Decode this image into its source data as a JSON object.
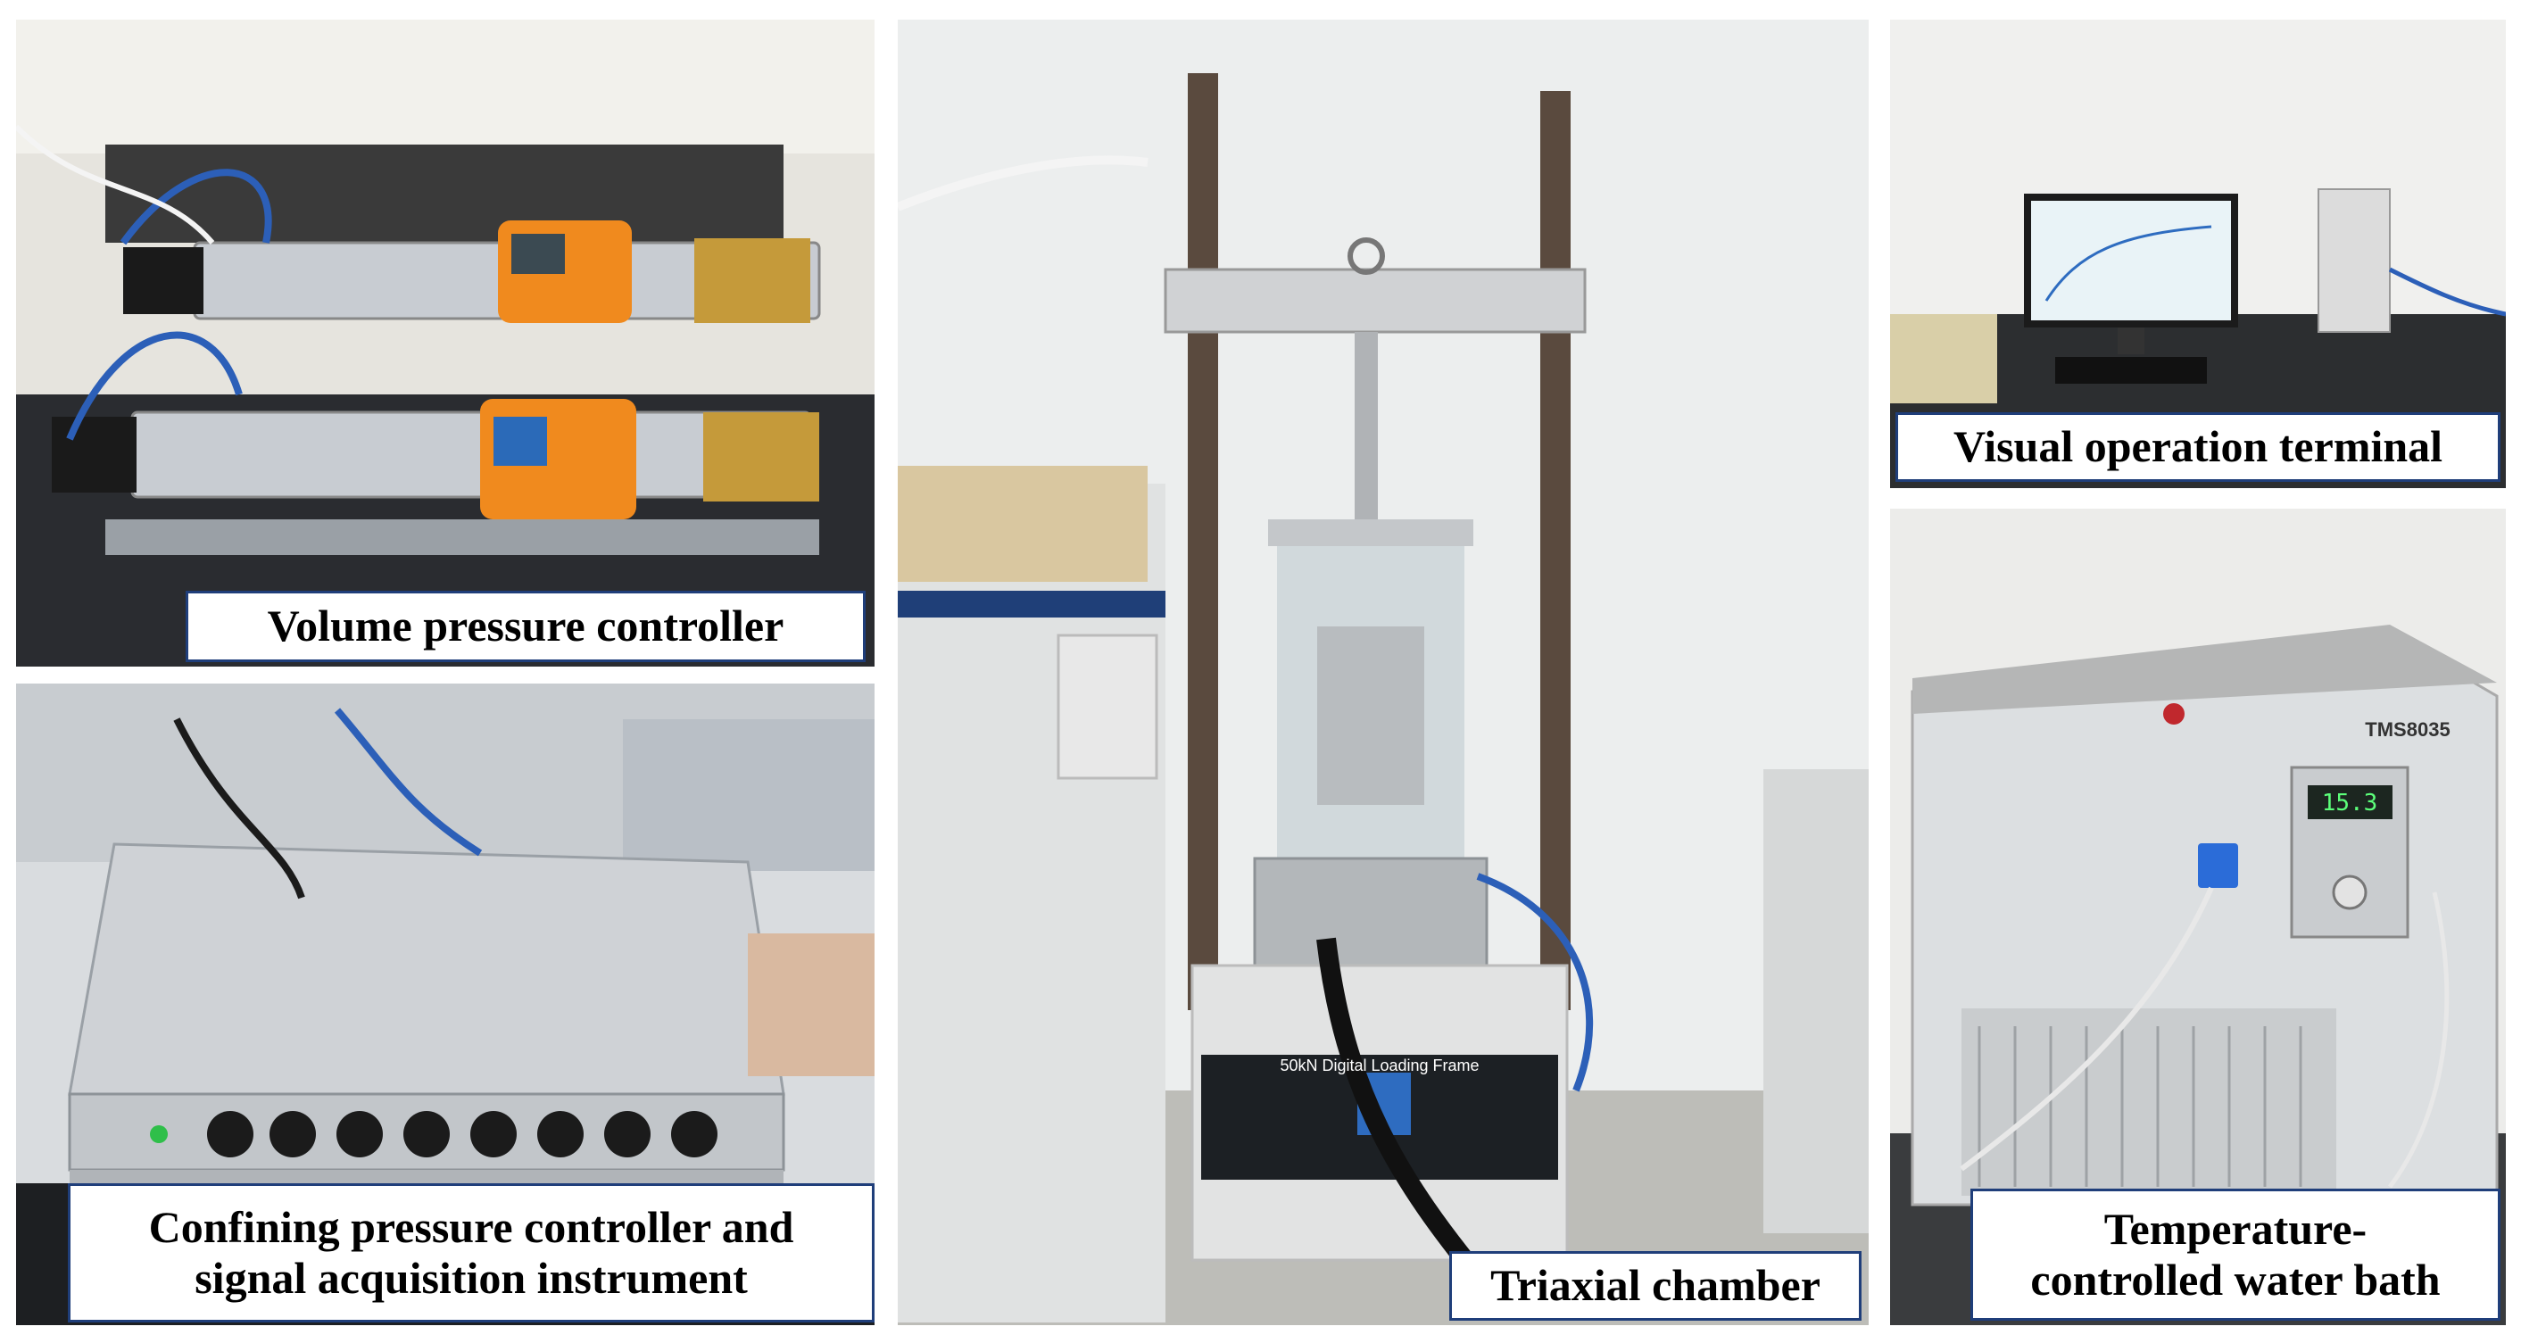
{
  "panels": {
    "volume": {
      "caption": "Volume pressure controller"
    },
    "confining": {
      "caption": "Confining pressure controller and\nsignal acquisition instrument"
    },
    "triaxial": {
      "caption": "Triaxial chamber",
      "frame_label": "50kN Digital Loading Frame"
    },
    "terminal": {
      "caption": "Visual operation terminal"
    },
    "bath": {
      "caption": "Temperature-\ncontrolled water bath",
      "model_label": "TMS8035",
      "display_value": "15.3"
    }
  },
  "colors": {
    "caption_border": "#1f3e7a",
    "caption_bg": "#ffffff",
    "caption_text": "#000000"
  }
}
